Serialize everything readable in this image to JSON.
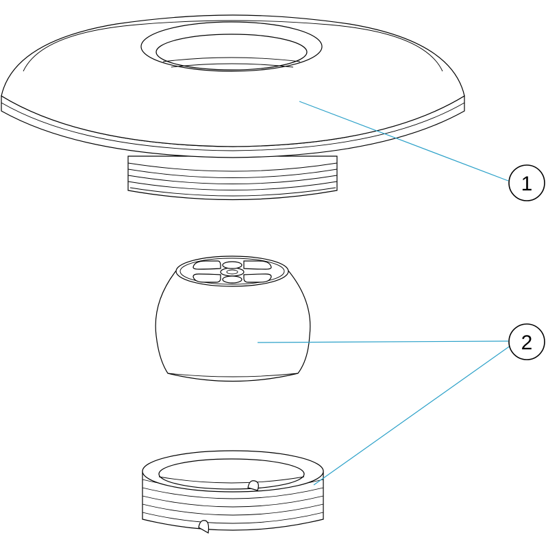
{
  "diagram": {
    "type": "exploded-parts-view",
    "colors": {
      "line": "#000000",
      "leader": "#2aa0c8",
      "background": "#ffffff"
    },
    "callouts": [
      {
        "id": "callout-1",
        "label": "1"
      },
      {
        "id": "callout-2",
        "label": "2"
      }
    ]
  }
}
